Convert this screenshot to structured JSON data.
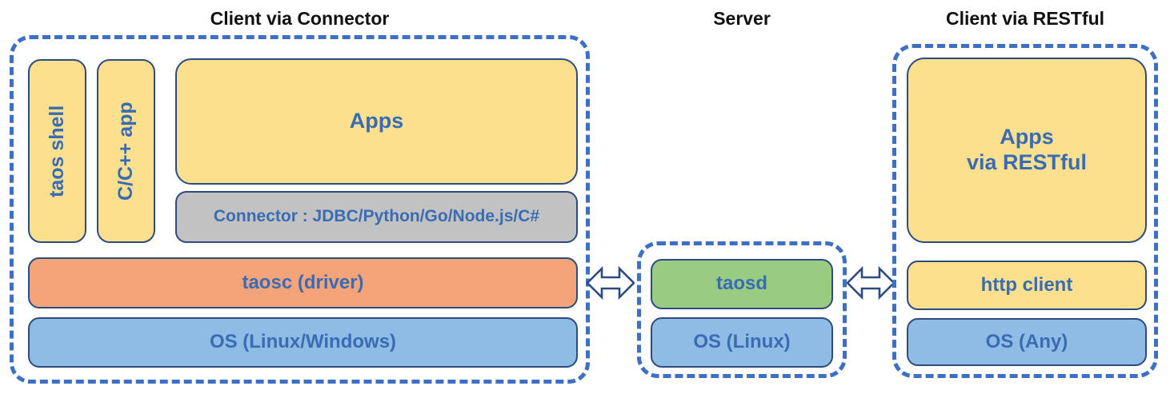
{
  "colors": {
    "dashed_border": "#3d6fc4",
    "box_border": "#2e4b80",
    "text_blue": "#3a6cb4",
    "caption_black": "#111111",
    "yellow": "#fce08e",
    "orange": "#f4a478",
    "blue": "#8fbce4",
    "green": "#9acb82",
    "gray": "#c2c2c2",
    "background": "#ffffff"
  },
  "captions": {
    "client_connector": "Client via Connector",
    "server": "Server",
    "client_restful": "Client via RESTful"
  },
  "client_connector": {
    "taos_shell": "taos shell",
    "c_cpp_app": "C/C++ app",
    "apps": "Apps",
    "connector": "Connector : JDBC/Python/Go/Node.js/C#",
    "taosc": "taosc (driver)",
    "os": "OS (Linux/Windows)"
  },
  "server": {
    "taosd": "taosd",
    "os": "OS (Linux)"
  },
  "client_restful": {
    "apps_line1": "Apps",
    "apps_line2": "via RESTful",
    "http_client": "http client",
    "os": "OS (Any)"
  },
  "arrows": {
    "left_arrow": "double-headed-arrow",
    "right_arrow": "double-headed-arrow"
  }
}
